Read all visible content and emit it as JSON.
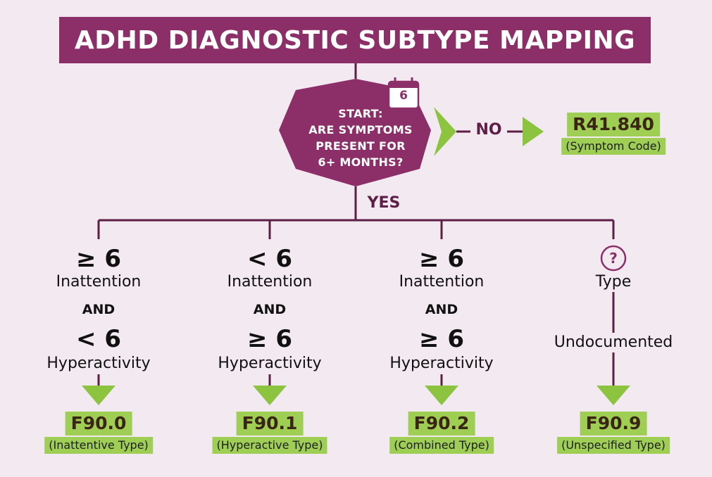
{
  "title": "ADHD DIAGNOSTIC SUBTYPE MAPPING",
  "start": {
    "lines": [
      "START:",
      "ARE SYMPTOMS",
      "PRESENT FOR",
      "6+ MONTHS?"
    ],
    "calendar_day": "6",
    "icon": "calendar-icon"
  },
  "no_branch": {
    "label": "NO",
    "code": "R41.840",
    "desc": "(Symptom Code)"
  },
  "yes_label": "YES",
  "branches": [
    {
      "inatt_value": "≥ 6",
      "inatt_label": "Inattention",
      "and": "AND",
      "hyper_value": "< 6",
      "hyper_label": "Hyperactivity",
      "code": "F90.0",
      "desc": "(Inattentive Type)"
    },
    {
      "inatt_value": "< 6",
      "inatt_label": "Inattention",
      "and": "AND",
      "hyper_value": "≥ 6",
      "hyper_label": "Hyperactivity",
      "code": "F90.1",
      "desc": "(Hyperactive Type)"
    },
    {
      "inatt_value": "≥ 6",
      "inatt_label": "Inattention",
      "and": "AND",
      "hyper_value": "≥ 6",
      "hyper_label": "Hyperactivity",
      "code": "F90.2",
      "desc": "(Combined Type)"
    },
    {
      "icon_symbol": "?",
      "icon": "question-mark-icon",
      "label1": "Type",
      "label2": "Undocumented",
      "code": "F90.9",
      "desc": "(Unspecified Type)"
    }
  ],
  "colors": {
    "background": "#f3e9f1",
    "primary_purple": "#8c2f68",
    "dark_purple": "#5e1f46",
    "accent_green": "#8cc33f",
    "label_green": "#9fce55"
  }
}
